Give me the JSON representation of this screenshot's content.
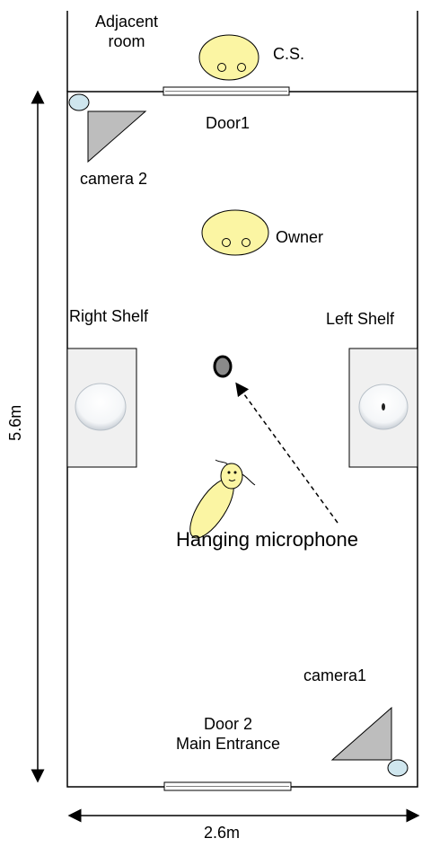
{
  "labels": {
    "adjacent_room_line1": "Adjacent",
    "adjacent_room_line2": "room",
    "cs": "C.S.",
    "door1": "Door1",
    "camera2": "camera 2",
    "owner": "Owner",
    "right_shelf": "Right Shelf",
    "left_shelf": "Left Shelf",
    "hanging_microphone": "Hanging microphone",
    "camera1": "camera1",
    "door2_line1": "Door 2",
    "door2_line2": "Main Entrance",
    "height_dim": "5.6m",
    "width_dim": "2.6m"
  },
  "colors": {
    "person_fill": "#fbf5a3",
    "camera_fill": "#bdbdbd",
    "lens_fill": "#cfe6ee",
    "shelf_fill": "#f0f0f0",
    "mic_fill": "#8a8a8a"
  },
  "icons": {
    "cs_person": "person-topview-icon",
    "owner_person": "person-topview-icon",
    "dog": "dog-topview-icon",
    "camera1": "camera-icon",
    "camera2": "camera-icon",
    "microphone": "microphone-icon"
  }
}
